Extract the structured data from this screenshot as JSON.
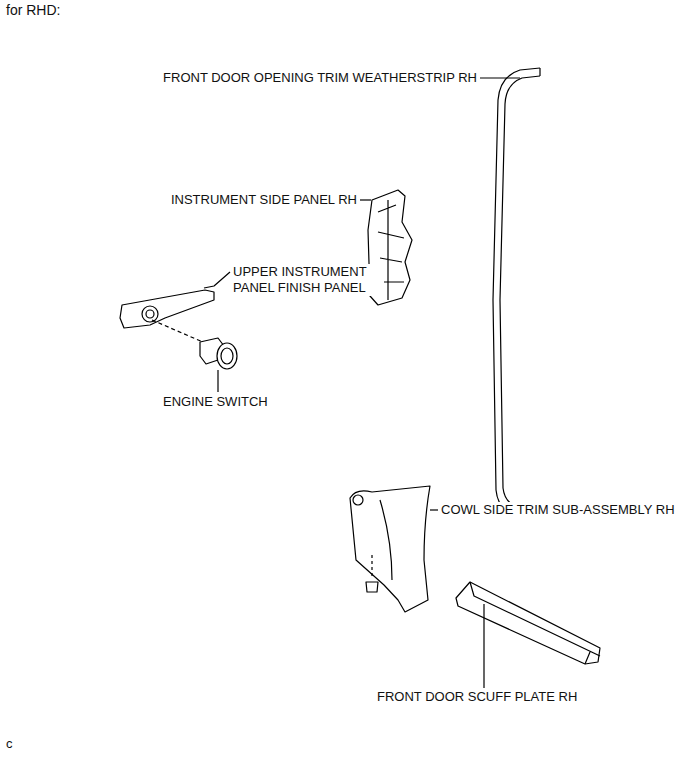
{
  "diagram": {
    "title": "for RHD:",
    "labels": [
      "FRONT DOOR OPENING TRIM WEATHERSTRIP RH",
      "INSTRUMENT SIDE PANEL RH",
      "UPPER INSTRUMENT PANEL FINISH PANEL",
      "ENGINE SWITCH",
      "COWL SIDE TRIM SUB-ASSEMBLY RH",
      "FRONT DOOR SCUFF PLATE RH",
      "c"
    ]
  }
}
